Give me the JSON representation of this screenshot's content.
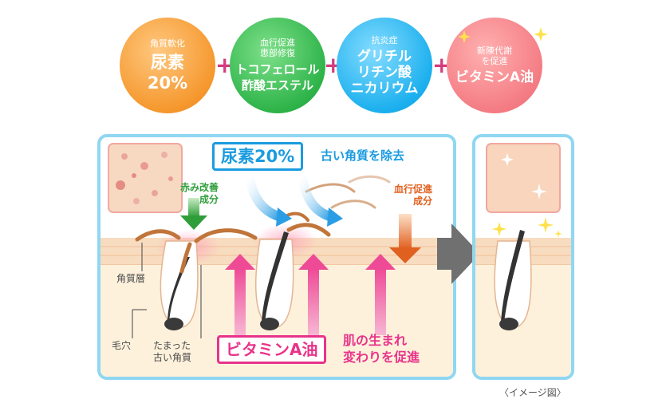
{
  "ingredients": [
    {
      "small": "角質軟化",
      "line1": "尿素",
      "line2": "20%"
    },
    {
      "small1": "血行促進",
      "small2": "患部修復",
      "line1": "トコフェロール",
      "line2": "酢酸エステル"
    },
    {
      "small": "抗炎症",
      "line1": "グリチル",
      "line2": "リチン酸",
      "line3": "ニカリウム"
    },
    {
      "small1": "新陳代謝",
      "small2": "を促進",
      "line1": "ビタミンA油"
    }
  ],
  "plus": "+",
  "urea": {
    "box": "尿素20%",
    "text": "古い角質を除去"
  },
  "redness": {
    "line1": "赤み改善",
    "line2": "成分"
  },
  "blood": {
    "line1": "血行促進",
    "line2": "成分"
  },
  "labels": {
    "stratum": "角質層",
    "pore": "毛穴",
    "accum1": "たまった",
    "accum2": "古い角質"
  },
  "vitamin": {
    "box": "ビタミンA油",
    "line1": "肌の生まれ",
    "line2": "変わりを促進"
  },
  "caption": "〈イメージ図〉",
  "colors": {
    "urea": "#1a9be0",
    "vitamin": "#e8338a",
    "green": "#2f9e3a",
    "orange": "#e0601f",
    "panel_border": "#8fd7f2"
  }
}
